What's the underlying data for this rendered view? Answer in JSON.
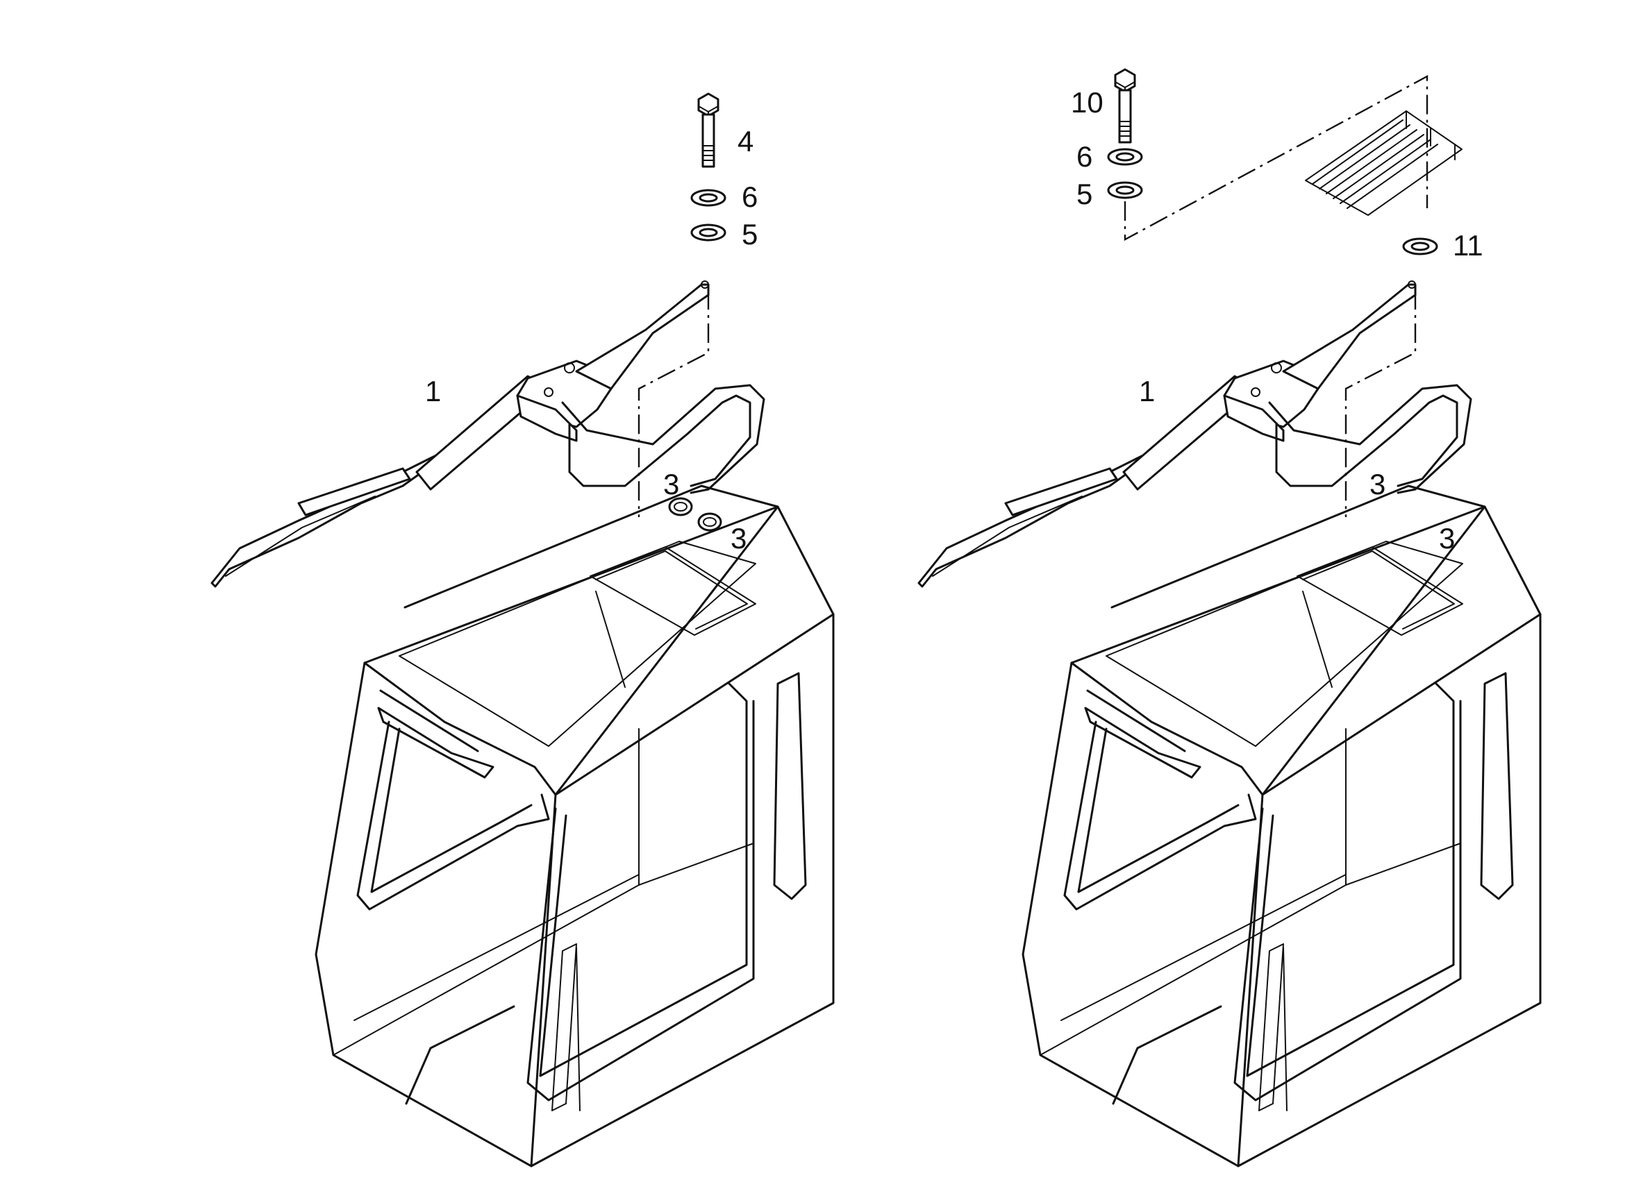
{
  "diagram": {
    "left": {
      "labels": {
        "wiper": "1",
        "grommet_a": "3",
        "grommet_b": "3",
        "bolt": "4",
        "washer_upper": "6",
        "washer_lower": "5"
      }
    },
    "right": {
      "labels": {
        "wiper": "1",
        "grommet_a": "3",
        "grommet_b": "3",
        "bolt": "10",
        "washer_upper": "6",
        "washer_lower": "5",
        "spacer": "11"
      }
    }
  }
}
